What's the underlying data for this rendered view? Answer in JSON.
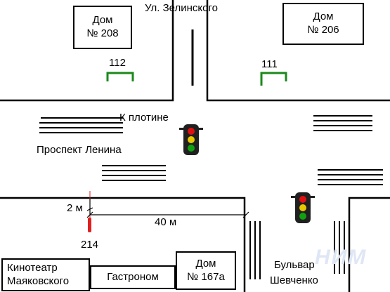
{
  "streets": {
    "zelinskogo": "Ул. Зелинского",
    "k_plotine": "К плотине",
    "prospekt_lenina": "Проспект Ленина",
    "bulvar_line1": "Бульвар",
    "bulvar_line2": "Шевченко"
  },
  "buildings": {
    "dom208_line1": "Дом",
    "dom208_line2": "№ 208",
    "dom206_line1": "Дом",
    "dom206_line2": "№ 206",
    "dom167a_line1": "Дом",
    "dom167a_line2": "№ 167а",
    "kinoteatr_line1": "Кинотеатр",
    "kinoteatr_line2": "Маяковского",
    "gastronom": "Гастроном"
  },
  "markers": {
    "stop112": "112",
    "stop111": "111",
    "car214": "214"
  },
  "dimensions": {
    "gap": "2 м",
    "distance": "40 м"
  },
  "colors": {
    "road_line": "#000000",
    "stop_sign": "#1a8a1a",
    "car": "#e02020",
    "light_red": "#e01010",
    "light_yellow": "#e8c800",
    "light_green": "#10a010",
    "light_body": "#202020"
  },
  "watermark": "НИМ"
}
